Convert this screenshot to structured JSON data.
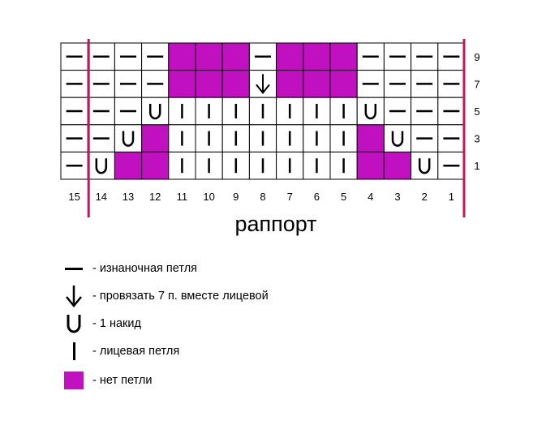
{
  "chart": {
    "col_numbers": [
      "15",
      "14",
      "13",
      "12",
      "11",
      "10",
      "9",
      "8",
      "7",
      "6",
      "5",
      "4",
      "3",
      "2",
      "1"
    ],
    "row_numbers": [
      "9",
      "7",
      "5",
      "3",
      "1"
    ],
    "repeat_label": "раппорт",
    "grid": [
      [
        "P",
        "P",
        "P",
        "P",
        "N",
        "N",
        "N",
        "P",
        "N",
        "N",
        "N",
        "P",
        "P",
        "P",
        "P"
      ],
      [
        "P",
        "P",
        "P",
        "P",
        "N",
        "N",
        "N",
        "D",
        "N",
        "N",
        "N",
        "P",
        "P",
        "P",
        "P"
      ],
      [
        "P",
        "P",
        "P",
        "O",
        "K",
        "K",
        "K",
        "K",
        "K",
        "K",
        "K",
        "O",
        "P",
        "P",
        "P"
      ],
      [
        "P",
        "P",
        "O",
        "N",
        "K",
        "K",
        "K",
        "K",
        "K",
        "K",
        "K",
        "N",
        "O",
        "P",
        "P"
      ],
      [
        "P",
        "O",
        "N",
        "N",
        "K",
        "K",
        "K",
        "K",
        "K",
        "K",
        "K",
        "N",
        "N",
        "O",
        "P"
      ]
    ],
    "colors": {
      "no_stitch": "#c010c0",
      "repeat_line": "#c0185a",
      "grid_line": "#000000"
    }
  },
  "legend": [
    {
      "symbol": "purl-icon",
      "label": "- изнаночная петля"
    },
    {
      "symbol": "decrease-arrow-icon",
      "label": "- провязать 7 п. вместе лицевой"
    },
    {
      "symbol": "yarn-over-icon",
      "label": "- 1 накид"
    },
    {
      "symbol": "knit-icon",
      "label": "- лицевая петля"
    },
    {
      "symbol": "no-stitch-icon",
      "label": "- нет петли"
    }
  ]
}
